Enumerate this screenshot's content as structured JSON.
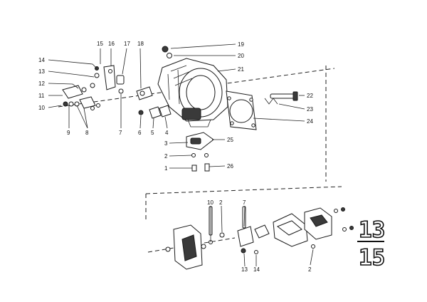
{
  "upper_assembly": {
    "callouts": [
      "14",
      "13",
      "12",
      "11",
      "10",
      "15",
      "16",
      "17",
      "18",
      "19",
      "20",
      "21",
      "22",
      "23",
      "24",
      "25",
      "3",
      "2",
      "1",
      "26",
      "9",
      "8",
      "7",
      "6",
      "5",
      "4"
    ]
  },
  "lower_assembly": {
    "callouts": [
      "10",
      "2",
      "7",
      "13",
      "14",
      "2"
    ]
  },
  "group_number": {
    "top": "13",
    "bottom": "15"
  }
}
